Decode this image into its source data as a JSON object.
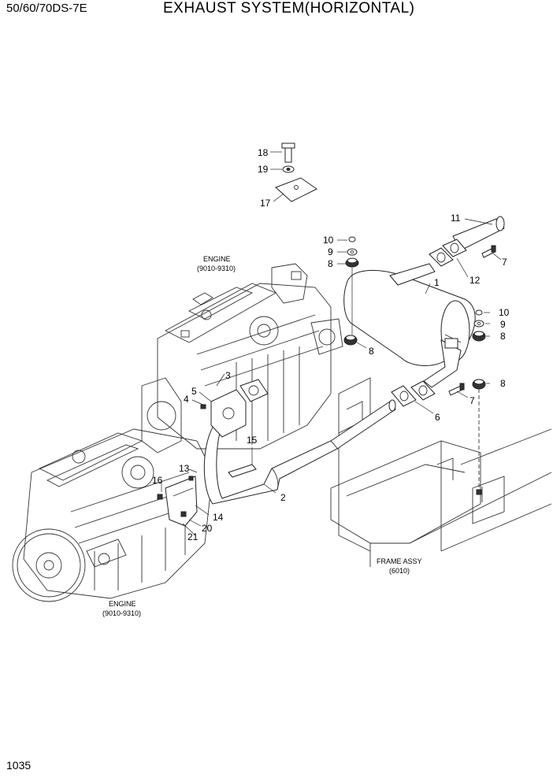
{
  "header": {
    "model": "50/60/70DS-7E",
    "title": "EXHAUST SYSTEM(HORIZONTAL)"
  },
  "page_number": "1035",
  "references": {
    "engine_upper": {
      "name": "ENGINE",
      "code": "(9010-9310)"
    },
    "engine_lower": {
      "name": "ENGINE",
      "code": "(9010-9310)"
    },
    "frame": {
      "name": "FRAME ASSY",
      "code": "(6010)"
    }
  },
  "callouts": [
    "18",
    "19",
    "17",
    "11",
    "10",
    "9",
    "8",
    "7",
    "12",
    "1",
    "10",
    "9",
    "8",
    "8",
    "8",
    "7",
    "6",
    "3",
    "4",
    "5",
    "15",
    "2",
    "13",
    "16",
    "14",
    "20",
    "21"
  ]
}
